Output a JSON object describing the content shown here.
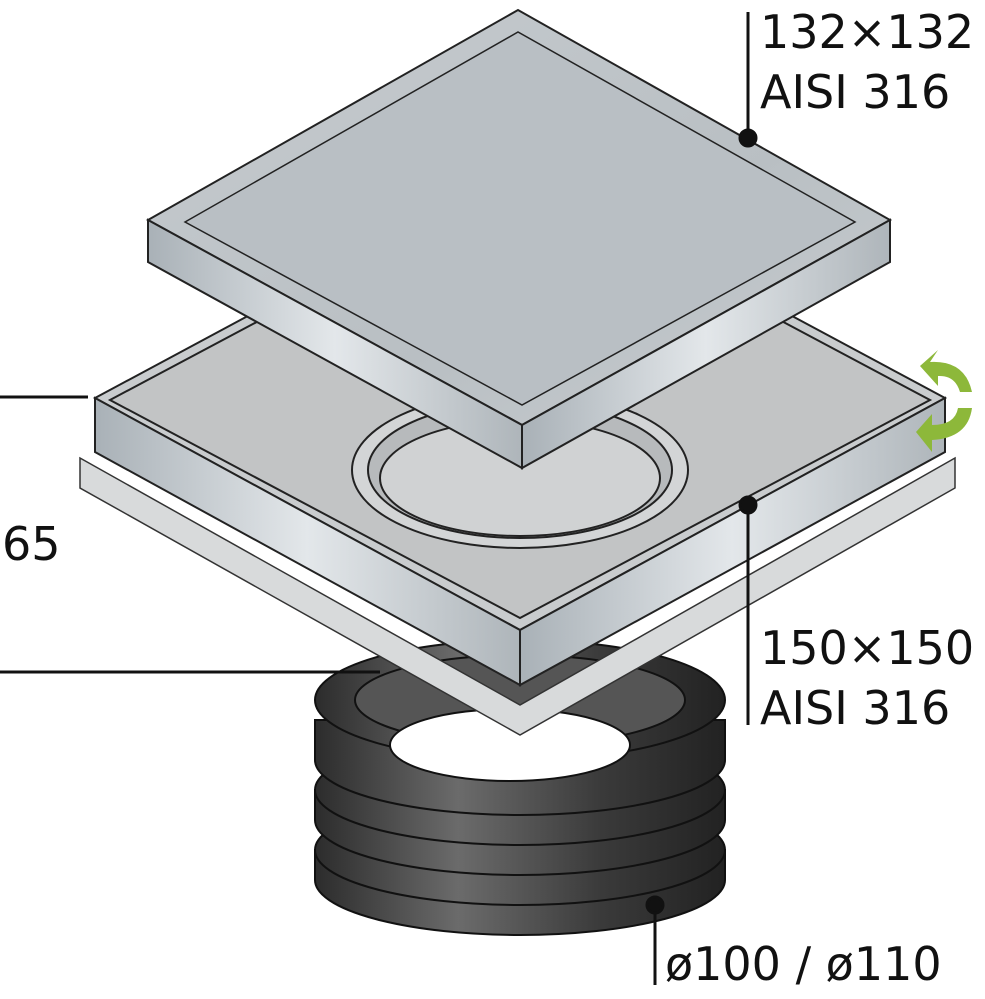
{
  "labels": {
    "grate_size": "132×132",
    "grate_material": "AISI 316",
    "height": "65",
    "frame_size": "150×150",
    "frame_material": "AISI 316",
    "outlet_diameter": "ø100 / ø110"
  },
  "colors": {
    "steel": "#bcc2c6",
    "rubber": "#3a3a3a",
    "arrow": "#8db83a"
  }
}
